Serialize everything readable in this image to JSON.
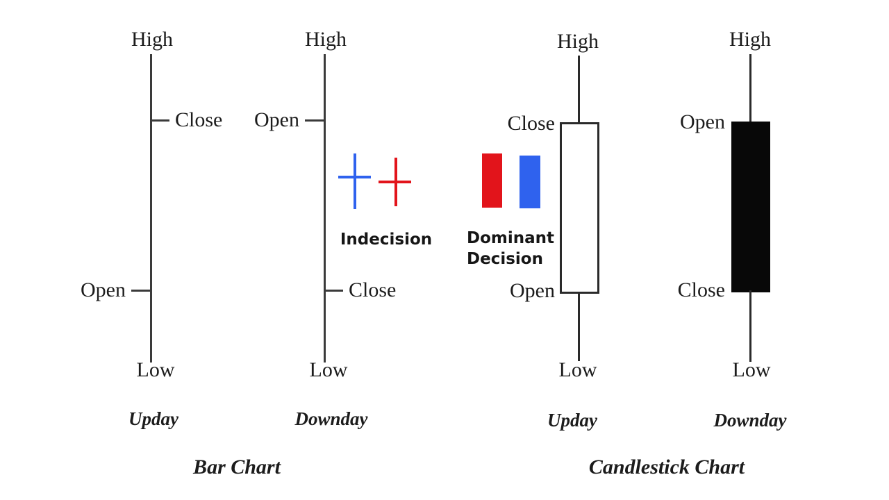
{
  "page": {
    "background": "#ffffff",
    "stroke_color": "#3a3a3a",
    "text_color": "#1c1c1c"
  },
  "colors": {
    "blue": "#2f62ee",
    "red": "#e2141b",
    "black": "#080808",
    "outline": "#2a2a2a",
    "white": "#ffffff"
  },
  "chart_data": {
    "type": "diagram",
    "title": "Bar Chart vs Candlestick Chart price-bar anatomy",
    "sections": [
      {
        "title": "Bar Chart",
        "items": [
          {
            "name": "Upday",
            "style": "ohlc-bar",
            "labels": {
              "high": "High",
              "close": "Close",
              "open": "Open",
              "low": "Low"
            },
            "close_side": "right",
            "open_side": "left",
            "close_above_open": true
          },
          {
            "name": "Downday",
            "style": "ohlc-bar",
            "labels": {
              "high": "High",
              "open": "Open",
              "close": "Close",
              "low": "Low"
            },
            "open_side": "left",
            "close_side": "right",
            "close_above_open": false
          }
        ]
      },
      {
        "title": "Candlestick Chart",
        "items": [
          {
            "name": "Upday",
            "style": "hollow-candle",
            "body_fill": "#ffffff",
            "labels": {
              "high": "High",
              "close": "Close",
              "open": "Open",
              "low": "Low"
            },
            "close_above_open": true
          },
          {
            "name": "Downday",
            "style": "filled-candle",
            "body_fill": "#080808",
            "labels": {
              "high": "High",
              "open": "Open",
              "close": "Close",
              "low": "Low"
            },
            "close_above_open": false
          }
        ]
      }
    ],
    "annotations": [
      {
        "id": "indecision",
        "caption": "Indecision",
        "marks": [
          {
            "shape": "cross",
            "color": "#2f62ee",
            "crossbar": "upper"
          },
          {
            "shape": "cross",
            "color": "#e2141b",
            "crossbar": "middle"
          }
        ]
      },
      {
        "id": "dominant-decision",
        "caption_line1": "Dominant",
        "caption_line2": "Decision",
        "marks": [
          {
            "shape": "solid-block",
            "color": "#e2141b"
          },
          {
            "shape": "solid-block",
            "color": "#2f62ee"
          }
        ]
      }
    ]
  },
  "bar_upday": {
    "high": "High",
    "close": "Close",
    "open": "Open",
    "low": "Low",
    "day": "Upday"
  },
  "bar_downday": {
    "high": "High",
    "open": "Open",
    "close": "Close",
    "low": "Low",
    "day": "Downday"
  },
  "candle_upday": {
    "high": "High",
    "close": "Close",
    "open": "Open",
    "low": "Low",
    "day": "Upday"
  },
  "candle_downday": {
    "high": "High",
    "open": "Open",
    "close": "Close",
    "low": "Low",
    "day": "Downday"
  },
  "indecision": {
    "caption": "Indecision"
  },
  "dominant": {
    "line1": "Dominant",
    "line2": "Decision"
  },
  "titles": {
    "bar_chart": "Bar Chart",
    "candlestick_chart": "Candlestick Chart"
  }
}
